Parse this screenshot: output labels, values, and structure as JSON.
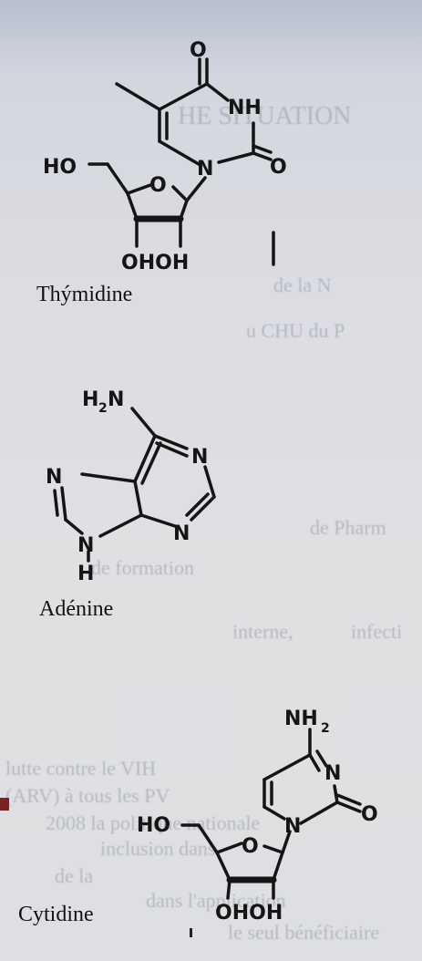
{
  "molecules": [
    {
      "id": "thymidine",
      "name": "Thýmidine"
    },
    {
      "id": "adenine",
      "name": "Adénine"
    },
    {
      "id": "cytidine",
      "name": "Cytidine"
    }
  ],
  "atoms": {
    "O": "O",
    "NH": "NH",
    "N": "N",
    "H": "H",
    "HO": "HO",
    "OHOH": "OHOH",
    "OHOH2": "OHOH",
    "H2N_H": "H",
    "H2N_2": "2",
    "H2N_N": "N",
    "NH2_NH": "NH",
    "NH2_2": "2"
  },
  "background_text": [
    "HE SITUATION",
    "de la N",
    "u CHU du P",
    "de Pharm",
    "de formation",
    "interne,",
    "infecti",
    "lutte contre le VIH",
    "(ARV) à tous les PV",
    "2008 la politique nationale",
    "inclusion dans",
    "de la",
    "dans l'application",
    "le seul bénéficiaire"
  ]
}
